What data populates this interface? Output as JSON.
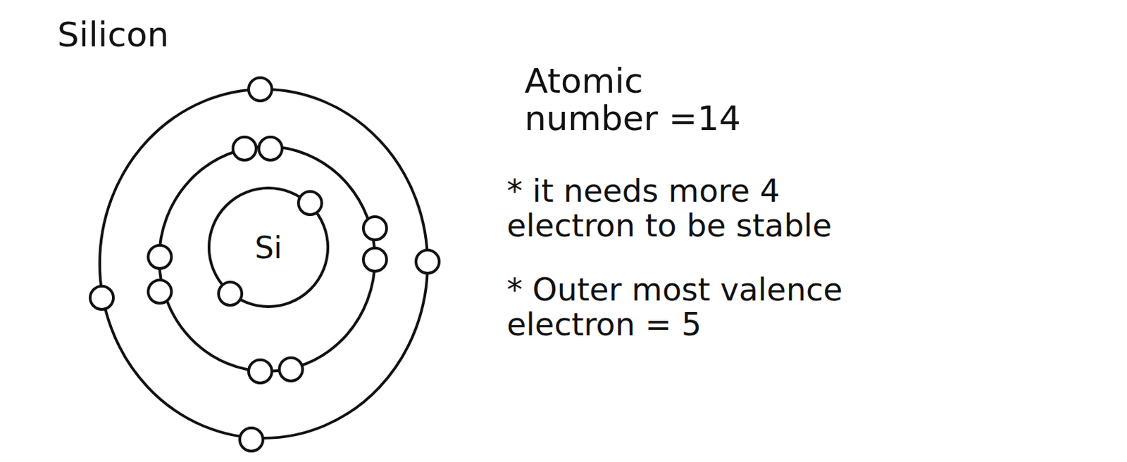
{
  "diagram": {
    "title": "Silicon",
    "nodes": [
      {
        "text": [
          "Si"
        ]
      }
    ],
    "labels": [
      "Atomic number =14",
      "* it needs more 4 electron to be stable",
      "* Outer most valence electron = 5"
    ]
  }
}
